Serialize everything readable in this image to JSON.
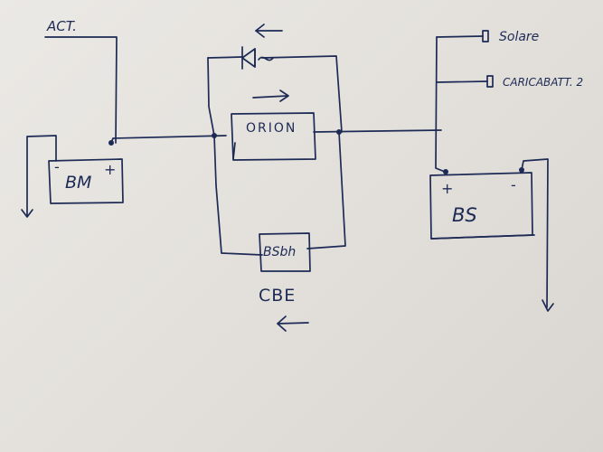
{
  "labels": {
    "act": "ACT.",
    "bm": "BM",
    "orion": "ORION",
    "bs": "BS",
    "bsbh": "BSbh",
    "cbe": "CBE",
    "solare": "Solare",
    "caricabatt": "CARICABATT. 2"
  },
  "polarity": {
    "bm_neg": "-",
    "bm_pos": "+",
    "bs_pos": "+",
    "bs_neg": "-"
  },
  "colors": {
    "ink": "#1d2a55",
    "paper": "#e6e3de"
  },
  "icons": {
    "arrow_top": "arrow-left-icon",
    "arrow_orion": "arrow-right-icon",
    "arrow_bottom": "arrow-left-icon",
    "diode": "diode-icon"
  }
}
